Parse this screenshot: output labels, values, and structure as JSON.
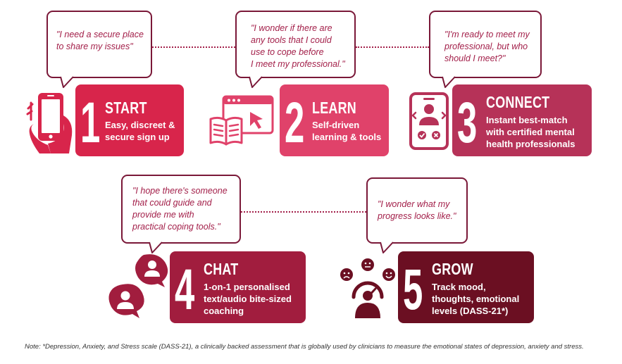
{
  "steps": [
    {
      "number": "1",
      "title": "START",
      "description": [
        "Easy, discreet &",
        "secure sign up"
      ],
      "quote": [
        "\"I need a secure place",
        "to share my issues\""
      ],
      "color": "#d8254b"
    },
    {
      "number": "2",
      "title": "LEARN",
      "description": [
        "Self-driven",
        "learning & tools"
      ],
      "quote": [
        "\"I wonder if there are",
        "any tools that I could",
        "use to cope before",
        "I meet my professional.\""
      ],
      "color": "#e0426a"
    },
    {
      "number": "3",
      "title": "CONNECT",
      "description": [
        "Instant best-match",
        "with certified mental",
        "health professionals"
      ],
      "quote": [
        "\"I'm ready to meet my",
        "professional, but who",
        "should I meet?\""
      ],
      "color": "#b63258"
    },
    {
      "number": "4",
      "title": "CHAT",
      "description": [
        "1-on-1 personalised",
        "text/audio bite-sized",
        "coaching"
      ],
      "quote": [
        "\"I hope there's someone",
        "that could guide and",
        "provide me with",
        "practical coping tools.\""
      ],
      "color": "#a11d3e"
    },
    {
      "number": "5",
      "title": "GROW",
      "description": [
        "Track mood,",
        "thoughts, emotional",
        "levels (DASS-21*)"
      ],
      "quote": [
        "\"I wonder what my",
        "progress looks like.\""
      ],
      "color": "#6b0f22"
    }
  ],
  "icons": [
    "smartphone-hand-icon",
    "book-browser-icon",
    "phone-video-call-icon",
    "chat-people-icon",
    "mood-meter-icon"
  ],
  "accent_color": "#7a1838",
  "note": "Note: *Depression, Anxiety, and Stress scale (DASS-21), a clinically backed assessment that is globally used by clinicians to measure the emotional states of depression, anxiety and stress."
}
